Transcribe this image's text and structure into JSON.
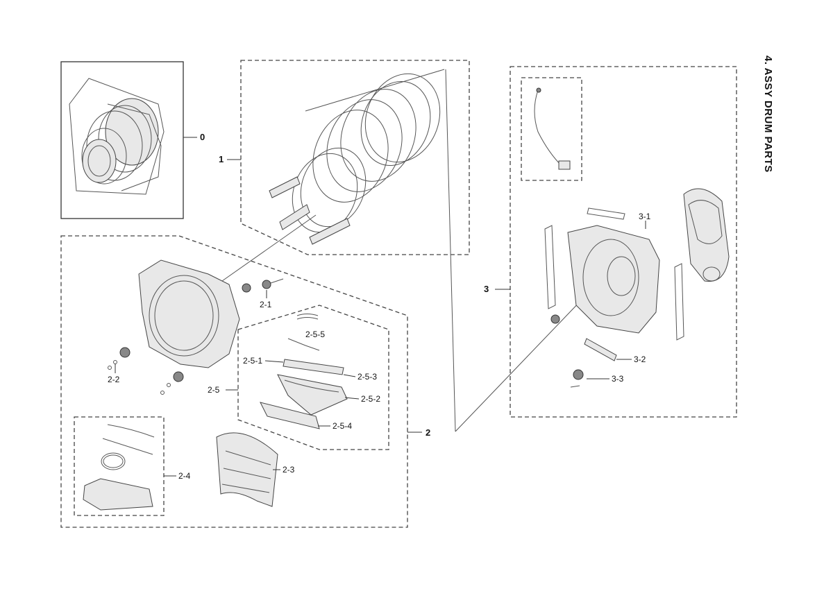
{
  "title": "4. ASSY DRUM PARTS",
  "labels": {
    "l0": "0",
    "l1": "1",
    "l2": "2",
    "l2_1": "2-1",
    "l2_2": "2-2",
    "l2_3": "2-3",
    "l2_4": "2-4",
    "l2_5": "2-5",
    "l2_5_1": "2-5-1",
    "l2_5_2": "2-5-2",
    "l2_5_3": "2-5-3",
    "l2_5_4": "2-5-4",
    "l2_5_5": "2-5-5",
    "l3": "3",
    "l3_1": "3-1",
    "l3_2": "3-2",
    "l3_3": "3-3"
  }
}
